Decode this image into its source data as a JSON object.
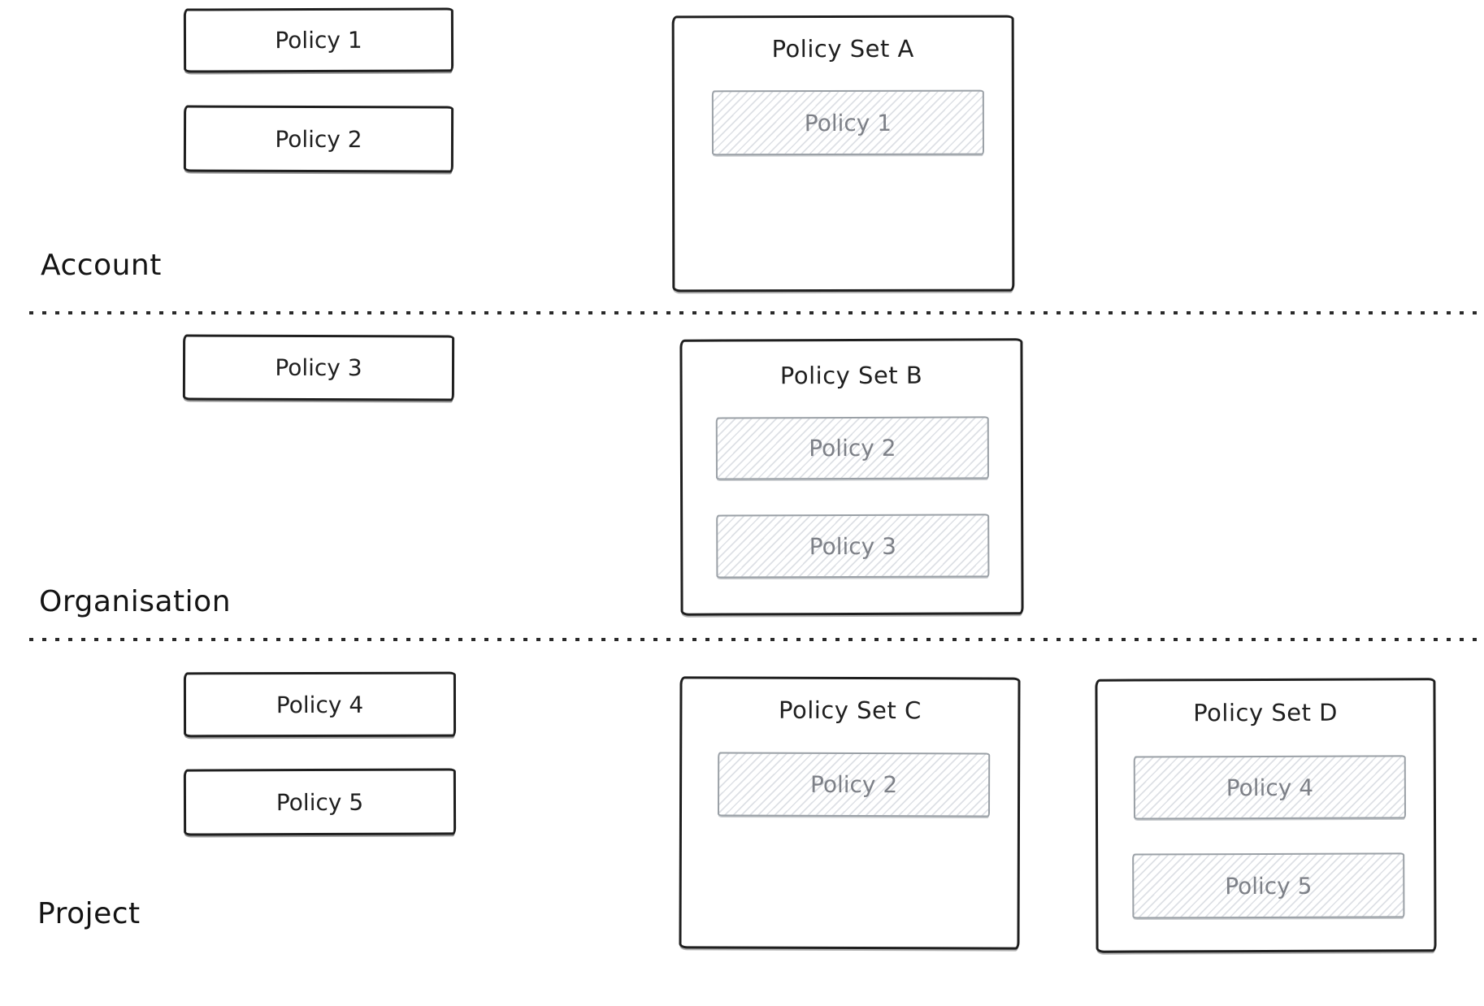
{
  "diagram": {
    "sections": [
      {
        "label": "Account",
        "policies": [
          "Policy 1",
          "Policy 2"
        ],
        "policy_sets": [
          {
            "title": "Policy Set A",
            "members": [
              "Policy 1"
            ]
          }
        ]
      },
      {
        "label": "Organisation",
        "policies": [
          "Policy 3"
        ],
        "policy_sets": [
          {
            "title": "Policy Set B",
            "members": [
              "Policy 2",
              "Policy 3"
            ]
          }
        ]
      },
      {
        "label": "Project",
        "policies": [
          "Policy 4",
          "Policy 5"
        ],
        "policy_sets": [
          {
            "title": "Policy Set C",
            "members": [
              "Policy 2"
            ]
          },
          {
            "title": "Policy Set D",
            "members": [
              "Policy 4",
              "Policy 5"
            ]
          }
        ]
      }
    ],
    "colors": {
      "stroke": "#1f1f1f",
      "member_border": "#9aa0a6",
      "member_text": "#7d8087",
      "hatch_line": "#dde0e5",
      "divider": "#2a2a2a",
      "background": "#ffffff"
    }
  }
}
